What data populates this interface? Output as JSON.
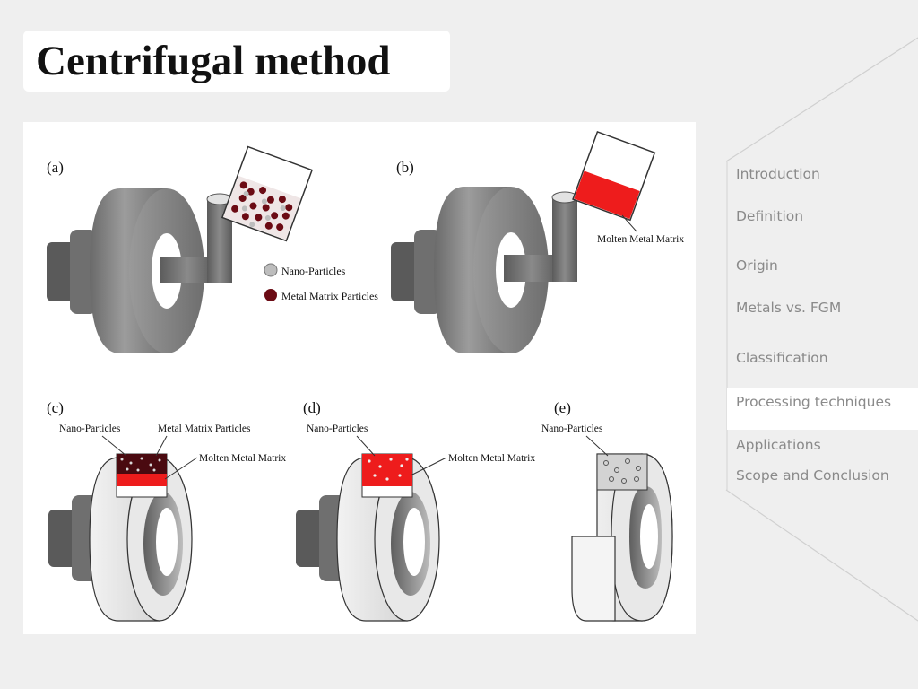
{
  "title": "Centrifugal method",
  "figure": {
    "panels": {
      "a": "(a)",
      "b": "(b)",
      "c": "(c)",
      "d": "(d)",
      "e": "(e)"
    },
    "legend": {
      "nano": "Nano-Particles",
      "matrix": "Metal Matrix Particles"
    },
    "labels": {
      "molten_b": "Molten Metal Matrix",
      "c_nano": "Nano-Particles",
      "c_matrix": "Metal Matrix Particles",
      "c_molten": "Molten Metal Matrix",
      "d_nano": "Nano-Particles",
      "d_molten": "Molten Metal Matrix",
      "e_nano": "Nano-Particles"
    },
    "colors": {
      "molten": "#ee1c1c",
      "matrix_particle": "#6b0b14",
      "nano_particle": "#bdbdbd"
    }
  },
  "nav": {
    "items": [
      "Introduction",
      "Definition",
      "Origin",
      "Metals vs. FGM",
      "Classification",
      "Processing techniques",
      "Applications",
      "Scope and Conclusion"
    ],
    "active_index": 5
  }
}
